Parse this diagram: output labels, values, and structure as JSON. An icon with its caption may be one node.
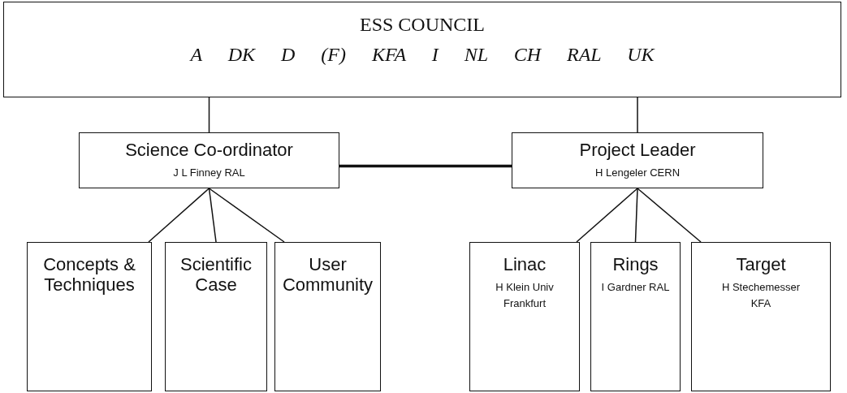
{
  "diagram": {
    "nodes": [
      {
        "text": [
          "ESS COUNCIL",
          "A DK D (F) KFA I NL CH RAL UK"
        ]
      },
      {
        "text": [
          "Science Co-ordinator",
          "J L Finney RAL"
        ]
      },
      {
        "text": [
          "Project Leader",
          "H Lengeler CERN"
        ]
      },
      {
        "text": [
          "Concepts & Techniques"
        ]
      },
      {
        "text": [
          "Scientific Case"
        ]
      },
      {
        "text": [
          "User Community"
        ]
      },
      {
        "text": [
          "Linac",
          "H Klein Univ Frankfurt"
        ]
      },
      {
        "text": [
          "Rings",
          "I Gardner RAL"
        ]
      },
      {
        "text": [
          "Target",
          "H Stechemesser KFA"
        ]
      }
    ],
    "edges": [
      {
        "from": 0,
        "to": 1,
        "arrow": "none"
      },
      {
        "from": 0,
        "to": 2,
        "arrow": "none"
      },
      {
        "from": 1,
        "to": 2,
        "arrow": "none",
        "style": "thick"
      },
      {
        "from": 1,
        "to": 3,
        "arrow": "none"
      },
      {
        "from": 1,
        "to": 4,
        "arrow": "none"
      },
      {
        "from": 1,
        "to": 5,
        "arrow": "none"
      },
      {
        "from": 2,
        "to": 6,
        "arrow": "none"
      },
      {
        "from": 2,
        "to": 7,
        "arrow": "none"
      },
      {
        "from": 2,
        "to": 8,
        "arrow": "none"
      }
    ]
  }
}
